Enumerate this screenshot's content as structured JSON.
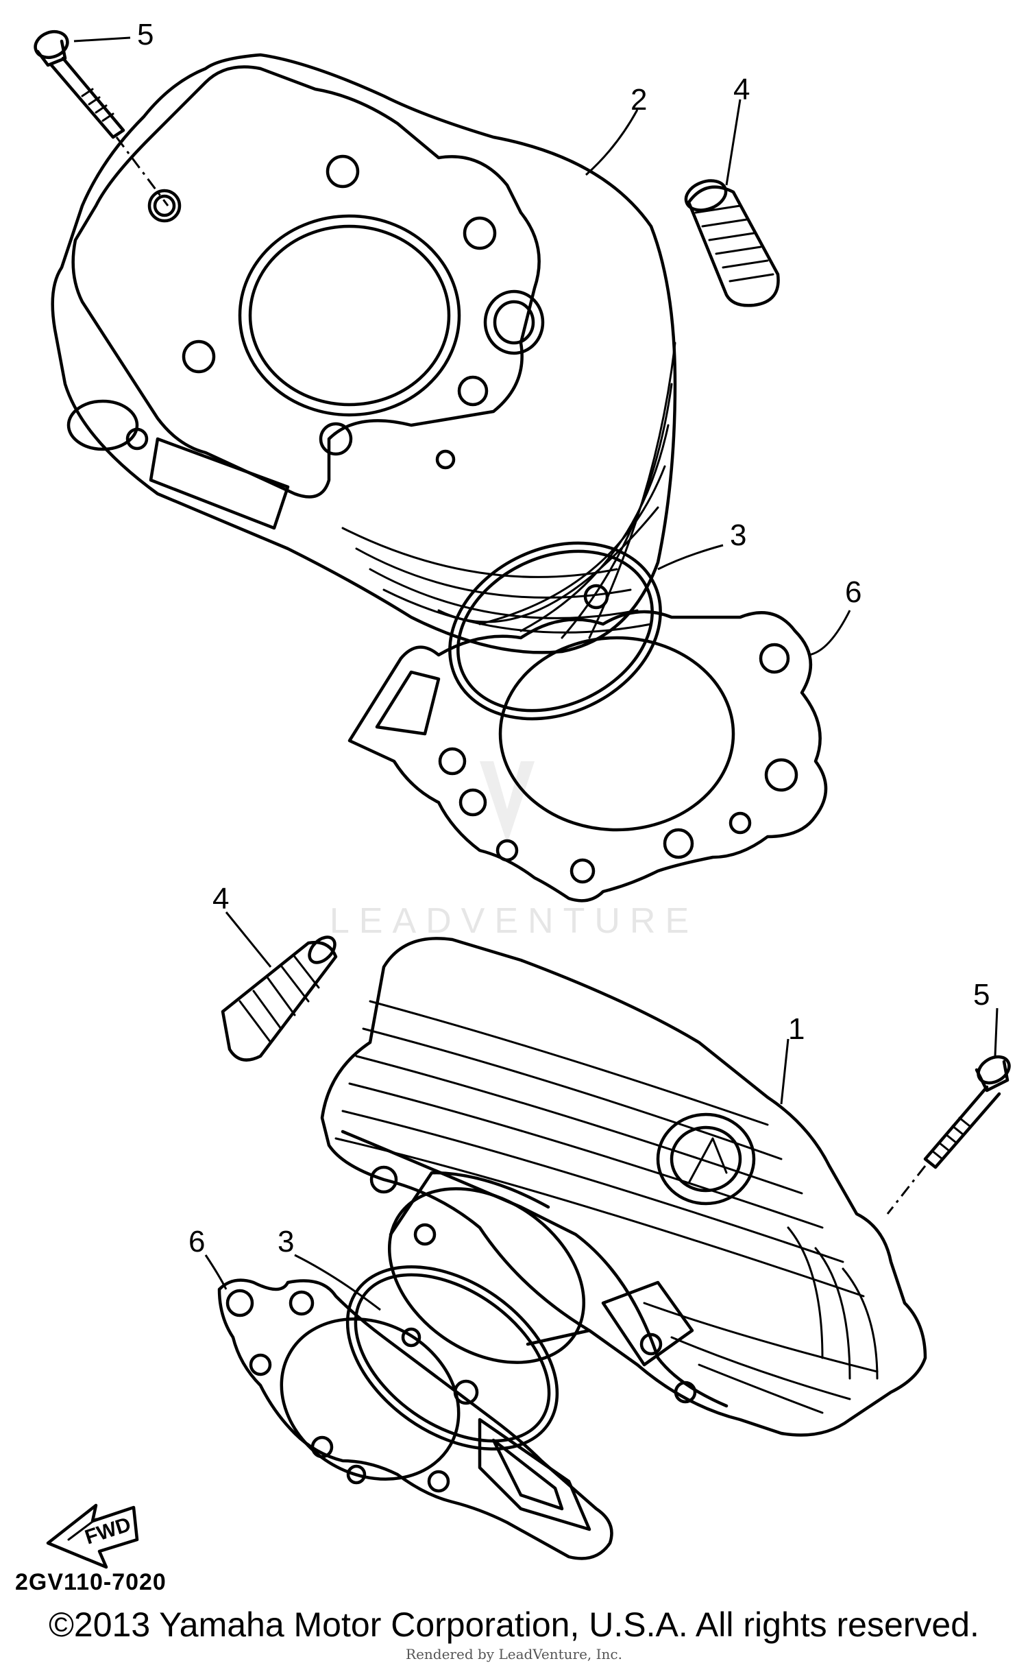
{
  "callouts": {
    "c1": "1",
    "c2": "2",
    "c3_top": "3",
    "c3_bottom": "3",
    "c4_top": "4",
    "c4_bottom": "4",
    "c5_top": "5",
    "c5_bottom": "5",
    "c6_top": "6",
    "c6_bottom": "6"
  },
  "fwd_label": "FWD",
  "watermark_text": "LEADVENTURE",
  "part_code": "2GV110-7020",
  "copyright": "©2013 Yamaha Motor Corporation, U.S.A. All rights reserved.",
  "rendered_by": "Rendered by LeadVenture, Inc.",
  "colors": {
    "ink": "#000000",
    "paper": "#ffffff",
    "watermark": "#e6e6e6"
  }
}
